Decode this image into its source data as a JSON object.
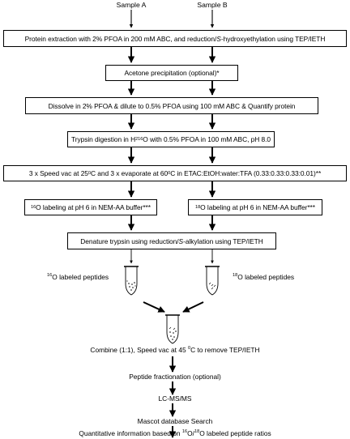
{
  "samples": {
    "a": "Sample A",
    "b": "Sample B"
  },
  "steps": {
    "extraction": {
      "pre": "Protein extraction with 2% PFOA in 200 mM ABC, and reduction/ ",
      "italic": "S",
      "post": "-hydroxyethylation using TEP/IETH"
    },
    "acetone": "Acetone precipitation (optional)*",
    "dissolve": "Dissolve in 2% PFOA & dilute to 0.5% PFOA using 100 mM ABC & Quantify protein",
    "trypsin": {
      "pre": "Trypsin digestion in H",
      "sub": "2",
      "sup": "16",
      "post": "O with 0.5% PFOA in 100 mM ABC, pH 8.0"
    },
    "speedvac": {
      "pre": "3 x Speed vac at 25 ",
      "sup1": "0",
      "mid": "C and 3 x evaporate at 60 ",
      "sup2": "0",
      "post": "C in ETAC:EtOH:water:TFA (0.33:0.33:0.33:0.01)**"
    },
    "label16": {
      "sup": "16",
      "text": "O labeling at pH 6 in NEM-AA buffer***"
    },
    "label18": {
      "sup": "18",
      "text": "O labeling at pH 6 in NEM-AA buffer***"
    },
    "denature": {
      "pre": "Denature trypsin using reduction/",
      "italic": "S",
      "post": "-alkylation using TEP/IETH"
    },
    "peptides16": {
      "sup": "16",
      "text": "O labeled peptides"
    },
    "peptides18": {
      "sup": "18",
      "text": "O labeled peptides"
    },
    "combine": {
      "pre": "Combine (1:1), Speed vac at 45 ",
      "sup": "0",
      "post": "C to remove TEP/IETH"
    },
    "fractionation": "Peptide fractionation (optional)",
    "lcms": "LC-MS/MS",
    "mascot": "Mascot database Search",
    "quant": {
      "pre": "Quantitative information based on ",
      "sup1": "16",
      "mid": "O/",
      "sup2": "18",
      "post": "O labeled peptide ratios"
    }
  }
}
